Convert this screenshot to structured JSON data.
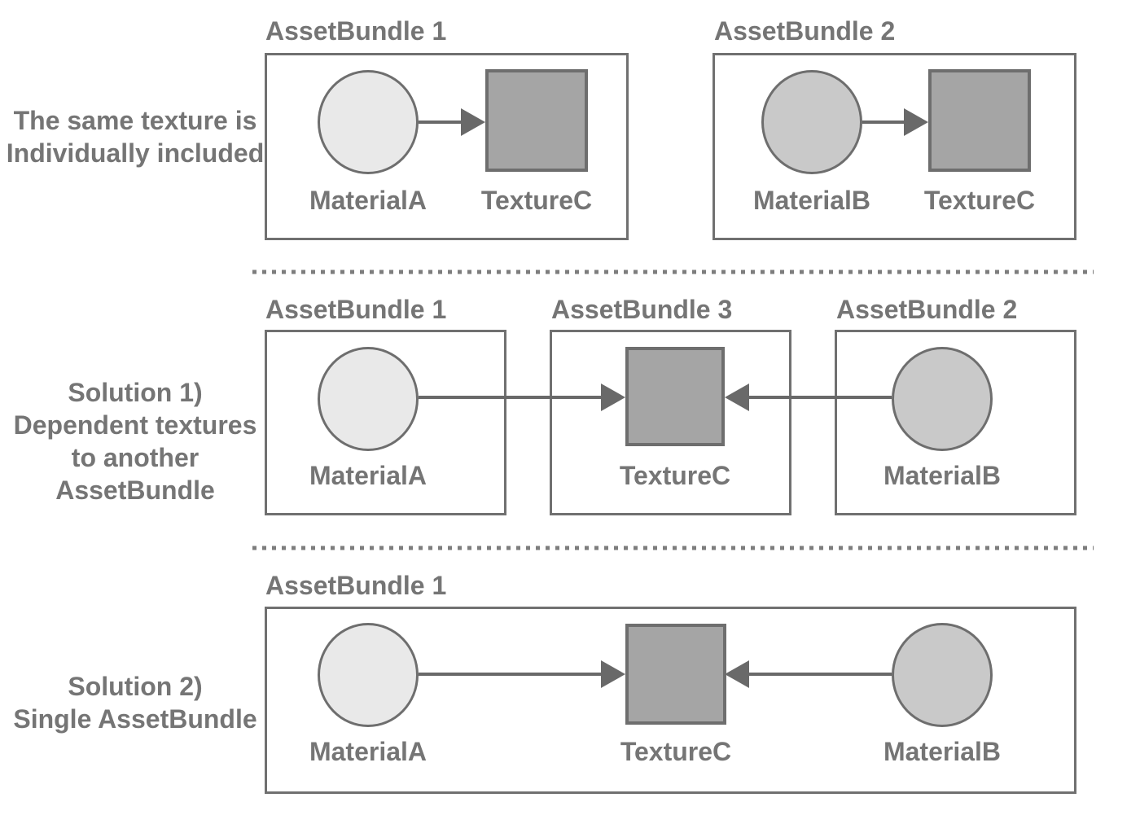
{
  "diagram": {
    "colors": {
      "background": "#ffffff",
      "text": "#757575",
      "box_border": "#707070",
      "shape_border": "#6e6e6e",
      "material_a_fill": "#e9e9e9",
      "material_b_fill": "#c9c9c9",
      "texture_fill": "#a5a5a5",
      "arrow": "#696969",
      "separator": "#7d7d7d"
    },
    "rows": [
      {
        "caption_lines": [
          "The same texture is",
          "Individually included"
        ],
        "bundles": [
          {
            "title": "AssetBundle 1",
            "material_label": "MaterialA",
            "texture_label": "TextureC"
          },
          {
            "title": "AssetBundle 2",
            "material_label": "MaterialB",
            "texture_label": "TextureC"
          }
        ]
      },
      {
        "caption_lines": [
          "Solution 1)",
          "Dependent textures",
          "to another",
          "AssetBundle"
        ],
        "bundles": [
          {
            "title": "AssetBundle 1",
            "material_label": "MaterialA"
          },
          {
            "title": "AssetBundle 3",
            "texture_label": "TextureC"
          },
          {
            "title": "AssetBundle 2",
            "material_label": "MaterialB"
          }
        ]
      },
      {
        "caption_lines": [
          "Solution 2)",
          "Single AssetBundle"
        ],
        "bundles": [
          {
            "title": "AssetBundle 1",
            "material_a_label": "MaterialA",
            "texture_label": "TextureC",
            "material_b_label": "MaterialB"
          }
        ]
      }
    ]
  }
}
